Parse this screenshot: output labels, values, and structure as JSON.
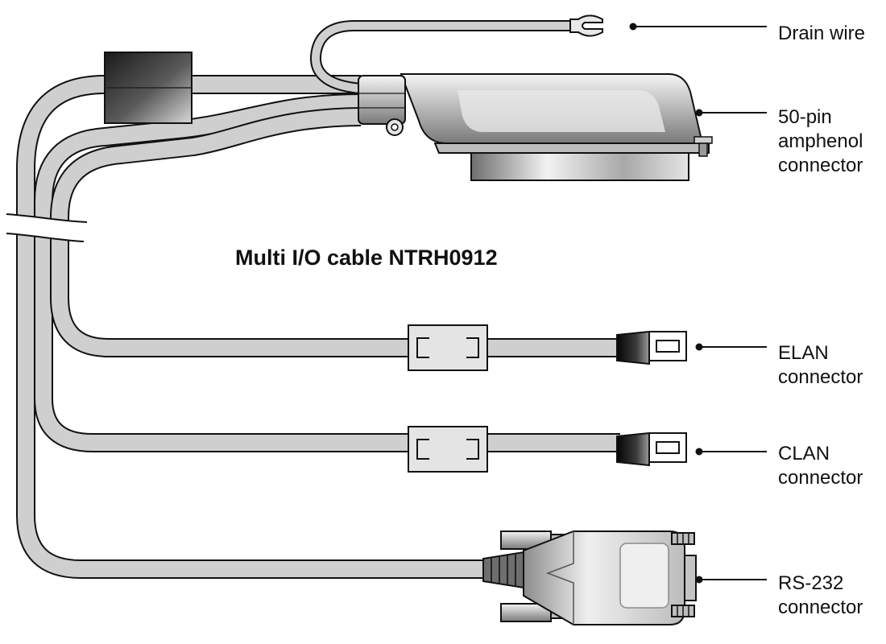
{
  "title": "Multi I/O cable NTRH0912",
  "labels": {
    "drain": [
      "Drain wire"
    ],
    "amphenol": [
      "50-pin",
      "amphenol",
      "connector"
    ],
    "elan": [
      "ELAN",
      "connector"
    ],
    "clan": [
      "CLAN",
      "connector"
    ],
    "rs232": [
      "RS-232",
      "connector"
    ]
  },
  "colors": {
    "cable_fill": "#cfcfcf",
    "outline": "#111111",
    "text": "#111111"
  }
}
